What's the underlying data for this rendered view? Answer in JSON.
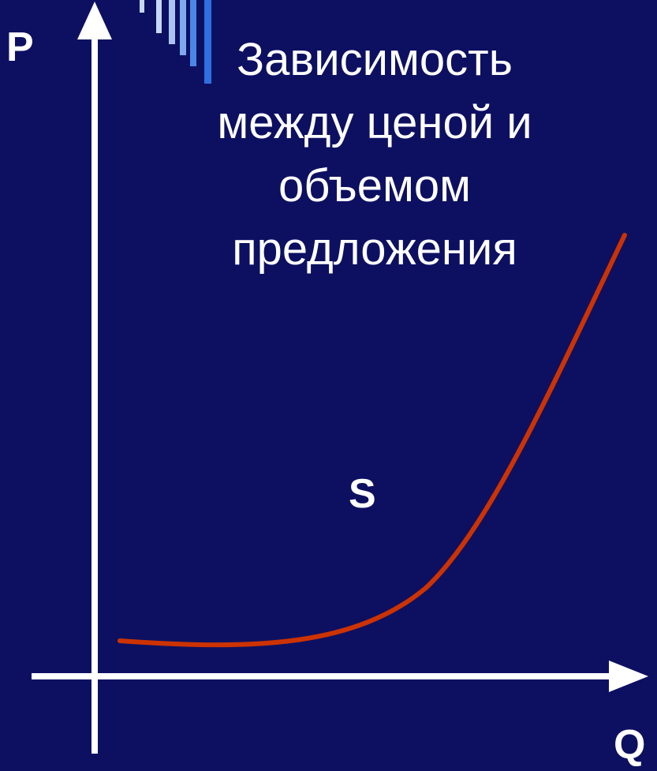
{
  "title_lines": [
    "Зависимость",
    "между ценой и",
    "объемом",
    "предложения"
  ],
  "axes": {
    "y_label": "P",
    "x_label": "Q"
  },
  "curve": {
    "label": "S",
    "shape": "supply-curve",
    "color": "#cc3300"
  },
  "colors": {
    "background": "#0d1061",
    "axis": "#ffffff",
    "text": "#ffffff",
    "stripe_light": "#c7d8f5",
    "stripe_mid": "#7fa8ee",
    "stripe_dark": "#2f6fe0"
  },
  "decoration": {
    "icon": "vertical-stripes-icon"
  }
}
